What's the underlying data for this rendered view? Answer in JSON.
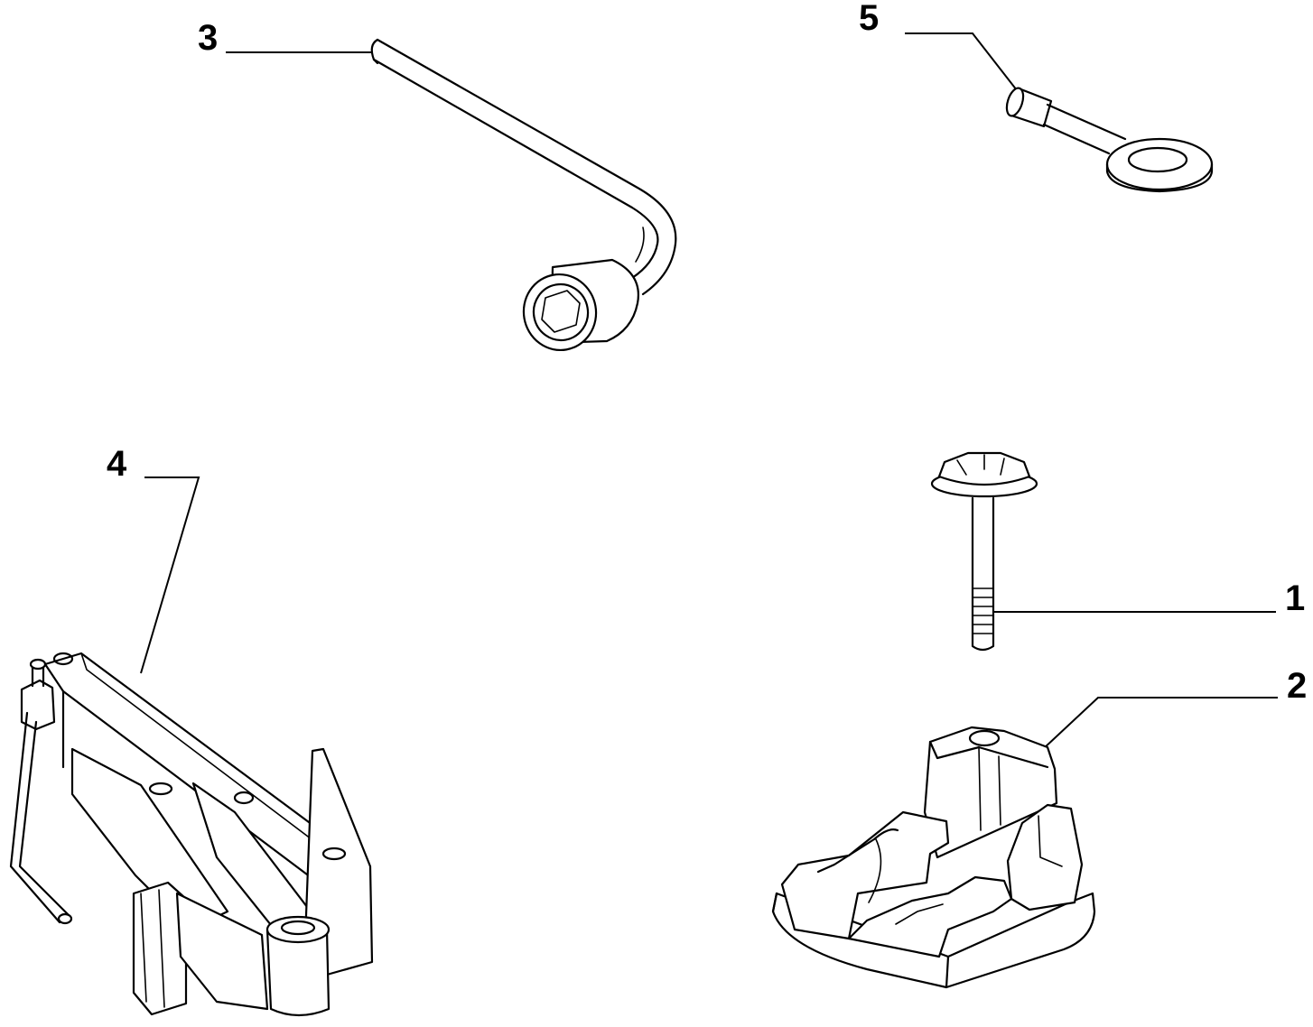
{
  "callouts": {
    "part_1": "1",
    "part_2": "2",
    "part_3": "3",
    "part_4": "4",
    "part_5": "5"
  },
  "colors": {
    "line": "#000000",
    "background": "#ffffff"
  }
}
